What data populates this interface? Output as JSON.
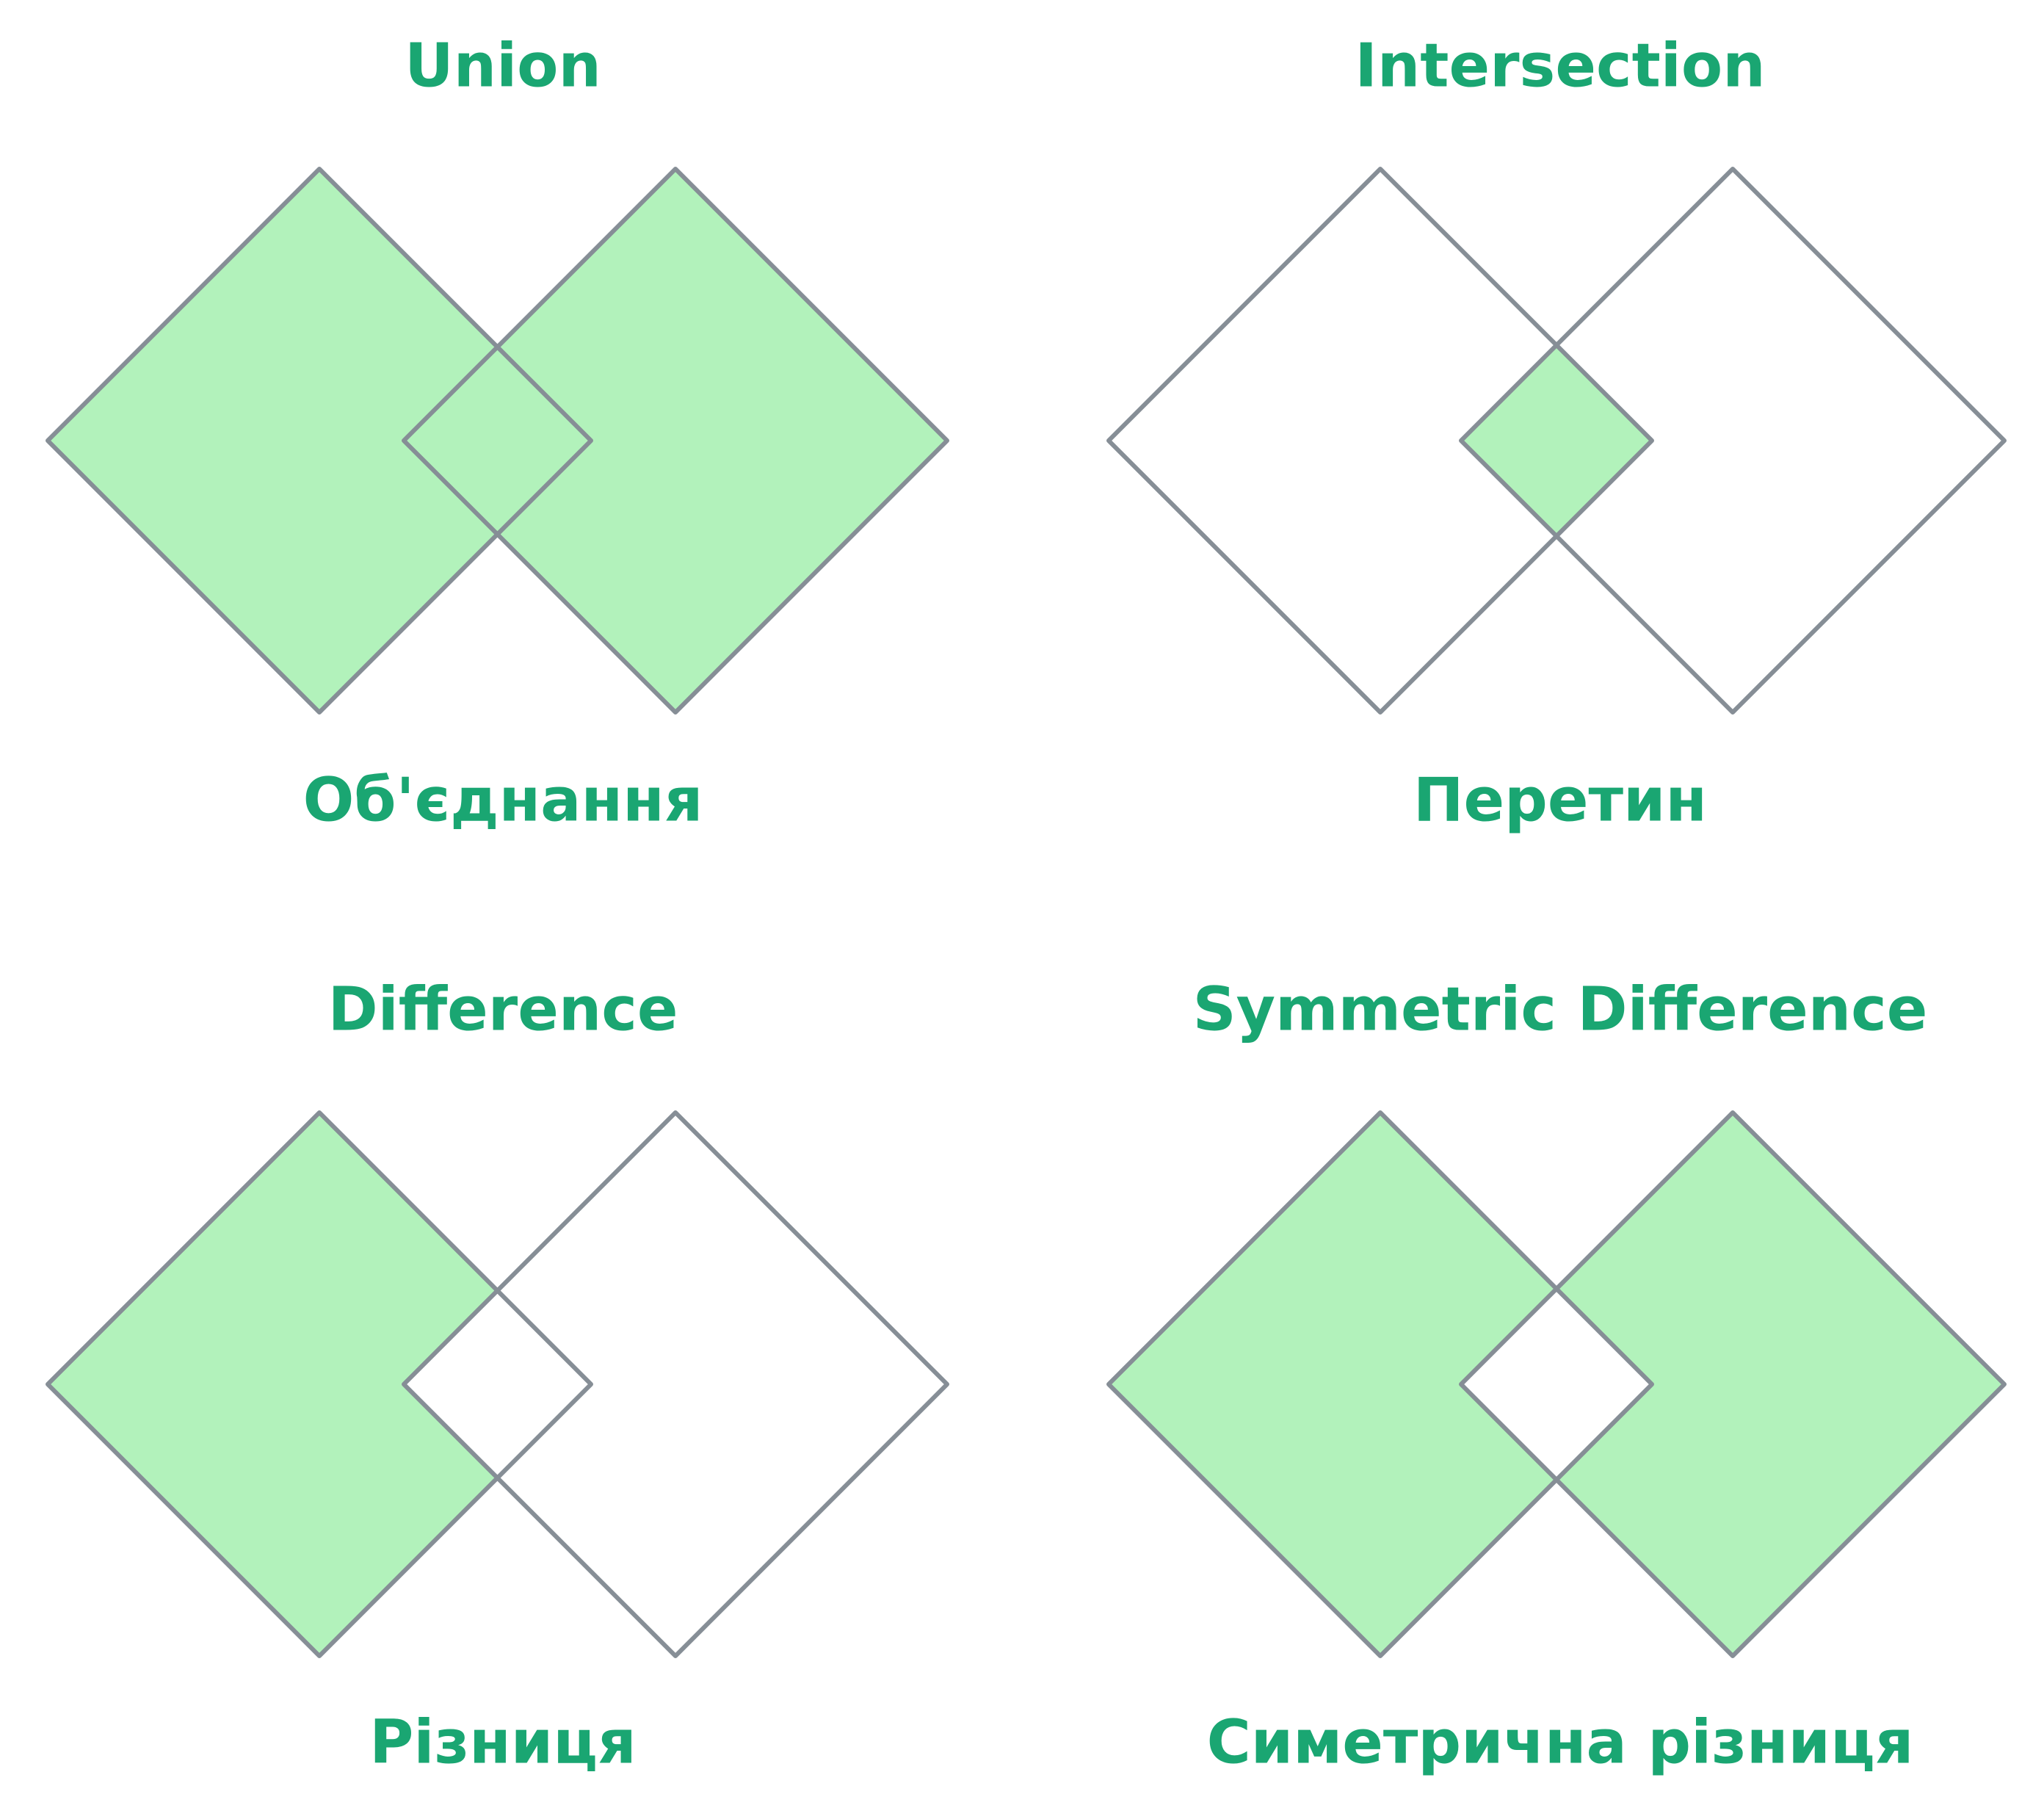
{
  "panels": [
    {
      "id": "union",
      "title": "Union",
      "subtitle": "Об'єднання",
      "fill": [
        "left-only",
        "intersection",
        "right-only"
      ]
    },
    {
      "id": "intersection",
      "title": "Intersection",
      "subtitle": "Перетин",
      "fill": [
        "intersection"
      ]
    },
    {
      "id": "difference",
      "title": "Difference",
      "subtitle": "Різниця",
      "fill": [
        "left-only"
      ]
    },
    {
      "id": "symmetric-difference",
      "title": "Symmetric Difference",
      "subtitle": "Симетрична різниця",
      "fill": [
        "left-only",
        "right-only"
      ]
    }
  ],
  "colors": {
    "fill": "#b2f2bb",
    "outline": "#868e96",
    "text": "#1aa672",
    "background": "#ffffff"
  }
}
